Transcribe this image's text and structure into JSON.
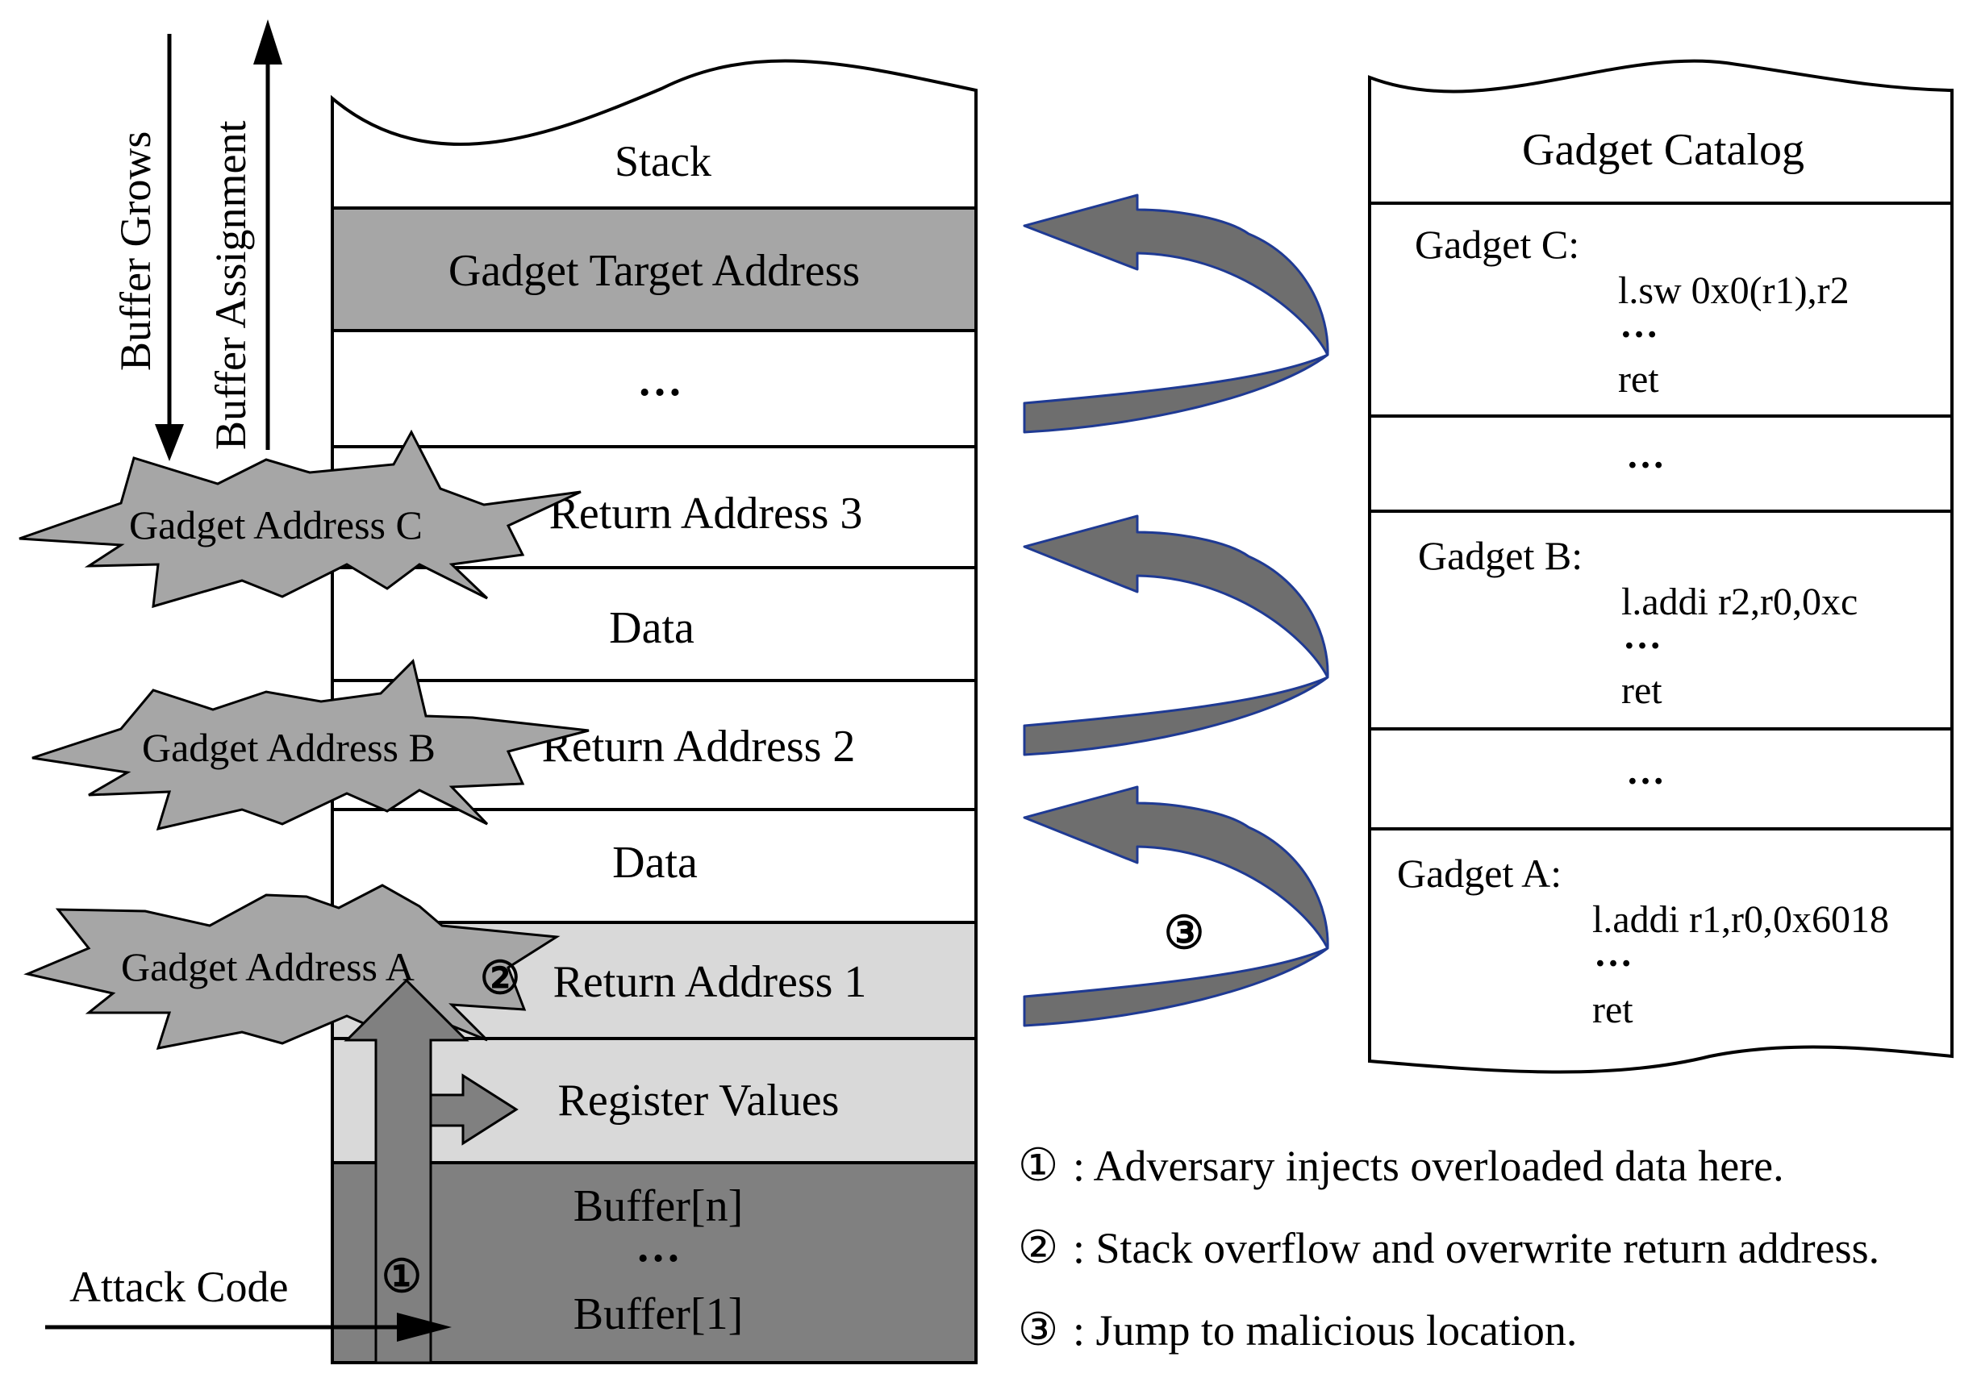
{
  "stack": {
    "title": "Stack",
    "rows": [
      "Gadget Target Address",
      "…",
      "Return Address 3",
      "Data",
      "Return Address 2",
      "Data",
      "Return Address 1",
      "Register Values",
      "Buffer[n]",
      "…",
      "Buffer[1]"
    ]
  },
  "axis": {
    "grows": "Buffer Grows",
    "assignment": "Buffer Assignment"
  },
  "injected": {
    "gadget_a": "Gadget Address A",
    "gadget_b": "Gadget Address B",
    "gadget_c": "Gadget Address C"
  },
  "attack": {
    "label": "Attack Code",
    "marker1": "①",
    "marker2": "②",
    "marker3": "③"
  },
  "catalog": {
    "title": "Gadget Catalog",
    "gadget_c": {
      "name": "Gadget C:",
      "instr": "l.sw 0x0(r1),r2",
      "dots": "…",
      "ret": "ret"
    },
    "sep1": "…",
    "gadget_b": {
      "name": "Gadget B:",
      "instr": "l.addi r2,r0,0xc",
      "dots": "…",
      "ret": "ret"
    },
    "sep2": "…",
    "gadget_a": {
      "name": "Gadget A:",
      "instr": "l.addi r1,r0,0x6018",
      "dots": "…",
      "ret": "ret"
    }
  },
  "legend": [
    {
      "marker": "①",
      "text": ": Adversary injects overloaded data here."
    },
    {
      "marker": "②",
      "text": ": Stack overflow and overwrite return address."
    },
    {
      "marker": "③",
      "text": ": Jump to malicious location."
    }
  ],
  "colors": {
    "gadget_target_fill": "#a6a6a6",
    "light_fill": "#d9d9d9",
    "buffer_fill": "#808080",
    "burst_fill": "#a6a6a6",
    "curved_arrow_fill": "#6e6e6e",
    "curved_arrow_stroke": "#1f3a93"
  }
}
